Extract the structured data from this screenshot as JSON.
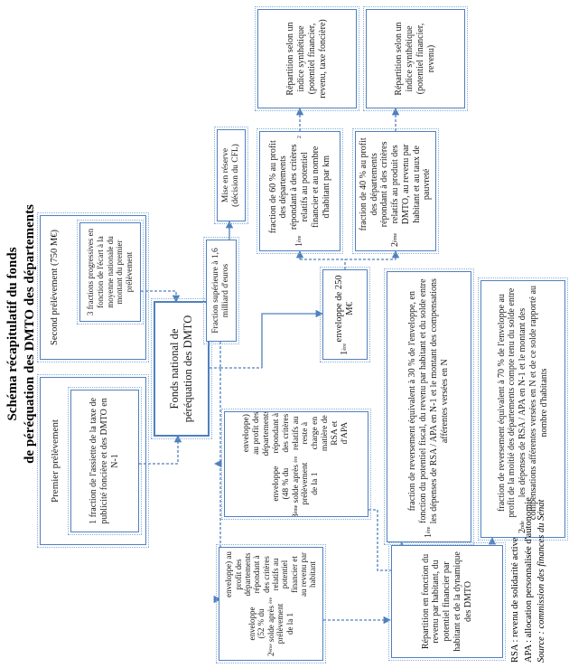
{
  "accent_color": "#4f81bd",
  "title": {
    "line1": "Schéma récapitulatif du fonds",
    "line2": "de péréquation des DMTO des départements"
  },
  "groups": {
    "premier": {
      "label": "Premier prélèvement",
      "detail": "1 fraction de l'assiette de la taxe de publicité foncière et des DMTO en N-1"
    },
    "second": {
      "label": "Second prélèvement (750 M€)",
      "detail": "3 fractions progressives en fonction de l'écart à la moyenne nationale du montant du premier prélèvement"
    }
  },
  "nodes": {
    "fonds": "Fonds national de péréquation des DMTO",
    "fraction_sup": "Fraction supérieure à 1,6 milliard d'euros",
    "mise_reserve": "Mise en réserve (décision du CFL)",
    "fraction_60": "1{sup:ère} fraction de 60 % au profit des départements répondant à des critères relatifs au potentiel financier et au nombre d'habitant par km{sup:2}",
    "fraction_40": "2{sup:ème} fraction de 40 % au profit des départements répondant à des critères relatifs au produit des DMTO, au revenu par habitant et au taux de pauvreté",
    "env1": "1{sup:ère} enveloppe de 250 M€",
    "repartition1": "Répartition selon un indice synthétique (potentiel financier, revenu, taxe foncière)",
    "repartition2": "Répartition selon un indice synthétique (potentiel financier, revenu)",
    "env3": "3{sup:ème} enveloppe (48 % du solde après prélèvement de la 1{sup:ère} enveloppe) au profit des départements répondant à des critères relatifs au reste à charge en matière de RSA et d'APA",
    "env2": "2{sup:ème} enveloppe (52 % du solde après prélèvement de la 1{sup:ère} enveloppe) au profit des départements répondant à des critères relatifs au potentiel financier et au revenu par habitant",
    "repartition3": "Répartition en fonction du revenu par habitant, du potentiel financier par habitant et de la dynamique des DMTO",
    "rev30": "1{sup:ère} fraction de reversement équivalent à 30 % de l'enveloppe, en fonction du potentiel fiscal, du revenu par habitant et du solde entre les dépenses de RSA / APA en N-1 et le montant des compensations afférentes versées en N",
    "rev70": "2{sup:nde} fraction de reversement équivalent à 70 % de l'enveloppe au profit de la moitié des départements compte tenu du solde entre les dépenses de RSA / APA en N-1 et le montant des compensations afférentes versées en N et de ce solde rapporté au nombre d'habitants"
  },
  "footnotes": {
    "rsa": "RSA : revenu de solidarité active",
    "apa": "APA : allocation personnalisée d'autonomie",
    "source": "Source : commission des finances du Sénat"
  }
}
